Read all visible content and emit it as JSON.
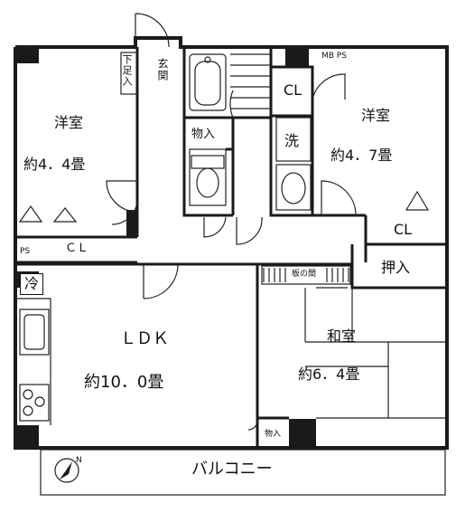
{
  "rooms": {
    "western_left": {
      "name": "洋室",
      "size": "約4．4畳"
    },
    "western_right": {
      "name": "洋室",
      "size": "約4．7畳"
    },
    "ldk": {
      "name": "ＬＤＫ",
      "size": "約10．0畳"
    },
    "japanese": {
      "name": "和室",
      "size": "約6．4畳"
    },
    "balcony": "バルコニー",
    "entrance": "玄関",
    "shoe_box": "下足入",
    "storage_hall": "物入",
    "storage_ldk": "物入",
    "washroom": "洗",
    "closet_left": "ＣＬ",
    "closet_right_top": "CL",
    "closet_right_mid": "CL",
    "oshiire": "押入",
    "itanoma": "板の間",
    "refrigerator": "冷",
    "ps_left": "PS",
    "mb_ps": "MB PS"
  },
  "compass": "N",
  "colors": {
    "wall": "#1a1a1a",
    "line": "#222222",
    "background": "#ffffff"
  }
}
